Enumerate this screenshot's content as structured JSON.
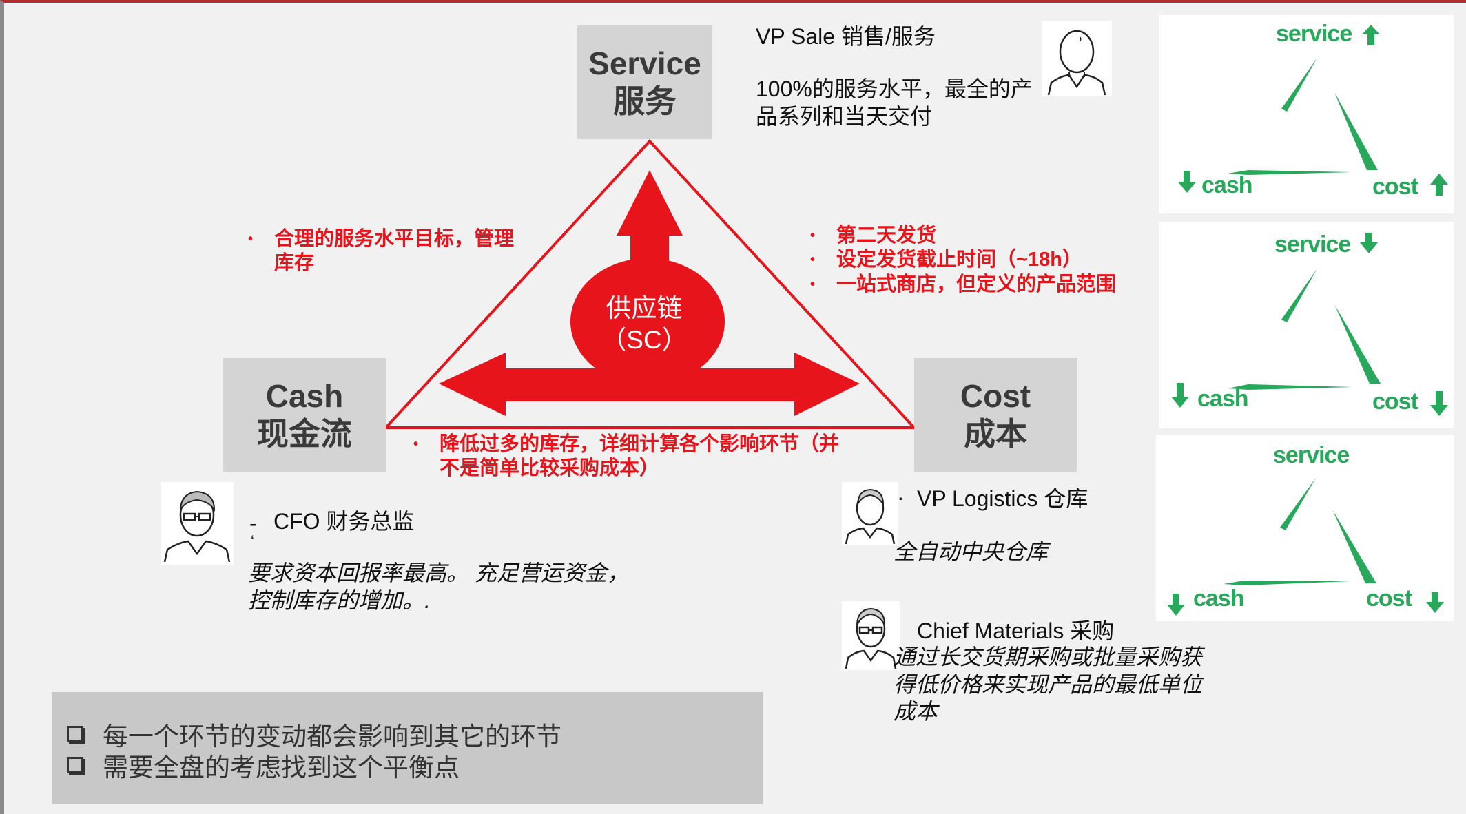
{
  "nodes": {
    "service": {
      "en": "Service",
      "zh": "服务"
    },
    "cash": {
      "en": "Cash",
      "zh": "现金流"
    },
    "cost": {
      "en": "Cost",
      "zh": "成本"
    },
    "center": {
      "line1": "供应链",
      "line2": "（SC）"
    }
  },
  "annotations": {
    "left": [
      "合理的服务水平目标，管理库存"
    ],
    "right": [
      "第二天发货",
      "设定发货截止时间（~18h）",
      "一站式商店，但定义的产品范围"
    ],
    "bottom": [
      "降低过多的库存，详细计算各个影响环节（并不是简单比较采购成本）"
    ]
  },
  "roles": {
    "vp_sale": {
      "title": "VP Sale 销售/服务",
      "desc": "100%的服务水平，最全的产品系列和当天交付"
    },
    "cfo": {
      "dash": "-",
      "title": "CFO 财务总监",
      "mark": "‘",
      "desc": "要求资本回报率最高。 充足营运资金，控制库存的增加。."
    },
    "vp_logistics": {
      "dot": "·",
      "title": "VP Logistics 仓库",
      "desc": "全自动中央仓库"
    },
    "chief_materials": {
      "title": "Chief Materials 采购",
      "desc": "通过长交货期采购或批量采购获得低价格来实现产品的最低单位成本"
    }
  },
  "summary": [
    "每一个环节的变动都会影响到其它的环节",
    "需要全盘的考虑找到这个平衡点"
  ],
  "scenarios": [
    {
      "service": "service",
      "cash": "cash",
      "cost": "cost",
      "service_dir": "up",
      "cash_dir": "down",
      "cost_dir": "up"
    },
    {
      "service": "service",
      "cash": "cash",
      "cost": "cost",
      "service_dir": "down",
      "cash_dir": "down",
      "cost_dir": "down"
    },
    {
      "service": "service",
      "cash": "cash",
      "cost": "cost",
      "service_dir": "none",
      "cash_dir": "down",
      "cost_dir": "down"
    }
  ],
  "colors": {
    "red": "#e8141b",
    "green": "#27a85a",
    "box": "#d4d4d4"
  }
}
